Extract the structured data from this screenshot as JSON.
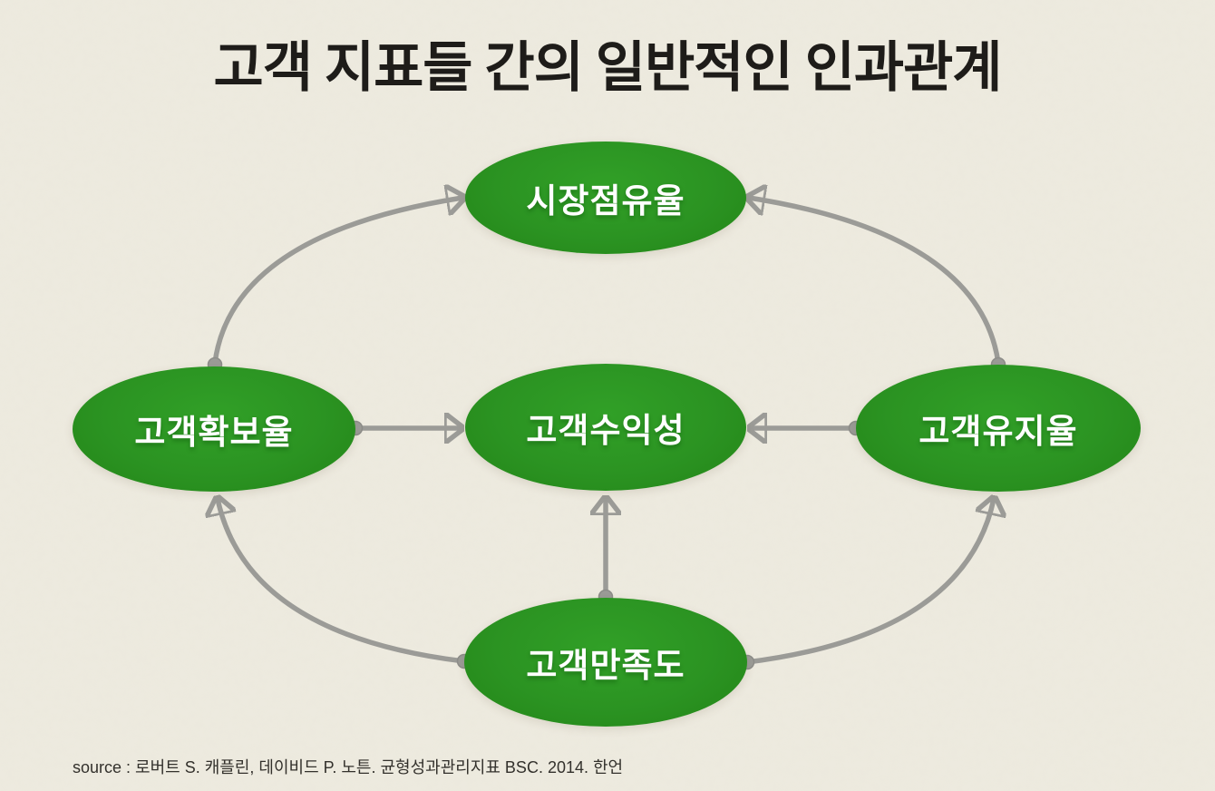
{
  "title": "고객 지표들 간의 일반적인 인과관계",
  "source": "source : 로버트 S. 캐플린, 데이비드 P. 노튼. 균형성과관리지표 BSC. 2014. 한언",
  "colors": {
    "background": "#EDEADF",
    "node_green": "#2B9322",
    "arrow_gray": "#9B9B97",
    "title_text": "#1E1C19",
    "node_label": "#FFFFFF",
    "source_text": "#33312C"
  },
  "diagram": {
    "nodes": [
      {
        "id": "market_share",
        "label": "시장점유율"
      },
      {
        "id": "customer_acquisition",
        "label": "고객확보율"
      },
      {
        "id": "customer_profitability",
        "label": "고객수익성"
      },
      {
        "id": "customer_retention",
        "label": "고객유지율"
      },
      {
        "id": "customer_satisfaction",
        "label": "고객만족도"
      }
    ],
    "edges": [
      {
        "from": "customer_acquisition",
        "to": "market_share",
        "style": "curved"
      },
      {
        "from": "customer_retention",
        "to": "market_share",
        "style": "curved"
      },
      {
        "from": "customer_acquisition",
        "to": "customer_profitability",
        "style": "straight"
      },
      {
        "from": "customer_retention",
        "to": "customer_profitability",
        "style": "straight"
      },
      {
        "from": "customer_satisfaction",
        "to": "customer_profitability",
        "style": "straight"
      },
      {
        "from": "customer_satisfaction",
        "to": "customer_acquisition",
        "style": "curved"
      },
      {
        "from": "customer_satisfaction",
        "to": "customer_retention",
        "style": "curved"
      }
    ]
  }
}
